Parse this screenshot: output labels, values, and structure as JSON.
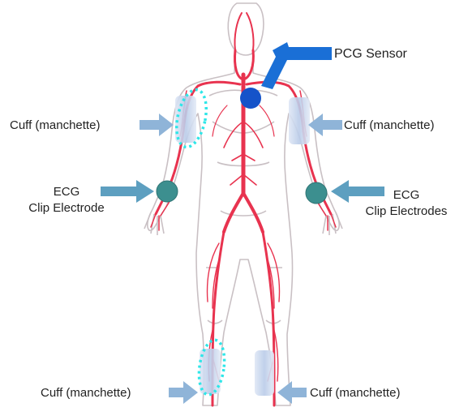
{
  "labels": {
    "pcg_sensor": "PCG Sensor",
    "cuff_left_arm": "Cuff (manchette)",
    "cuff_right_arm": "Cuff (manchette)",
    "ecg_left_line1": "ECG",
    "ecg_left_line2": "Clip Electrode",
    "ecg_right_line1": "ECG",
    "ecg_right_line2": "Clip Electrodes",
    "cuff_left_leg": "Cuff (manchette)",
    "cuff_right_leg": "Cuff (manchette)"
  },
  "colors": {
    "body_outline": "#c9c0c4",
    "arteries": "#e8334f",
    "pcg_sensor": "#1553c9",
    "pcg_arrow": "#1a6fd6",
    "ecg_electrode": "#3c8f8f",
    "label_arrow": "#8fb4d8",
    "cuff_fill": "#c9d7ee",
    "cuff_highlight": "#2ee6e8"
  }
}
